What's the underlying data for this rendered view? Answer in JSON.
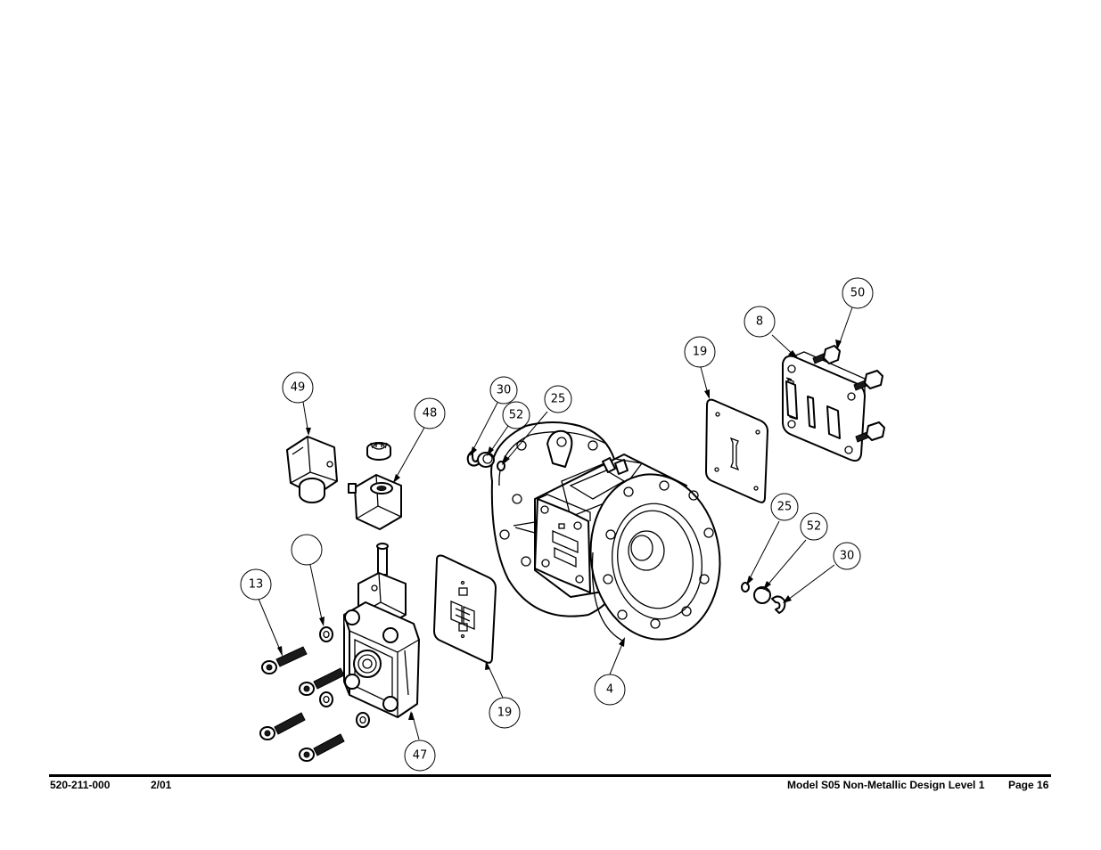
{
  "footer": {
    "document_number": "520-211-000",
    "date": "2/01",
    "title": "Model S05 Non-Metallic Design Level 1",
    "page": "Page 16"
  },
  "balloons": {
    "b49": "49",
    "b48": "48",
    "b13": "13",
    "b_blank": "",
    "b47": "47",
    "b19_left": "19",
    "b30_left": "30",
    "b52_left": "52",
    "b25_left": "25",
    "b4": "4",
    "b19_right": "19",
    "b8": "8",
    "b50": "50",
    "b25_right": "25",
    "b52_right": "52",
    "b30_right": "30"
  }
}
